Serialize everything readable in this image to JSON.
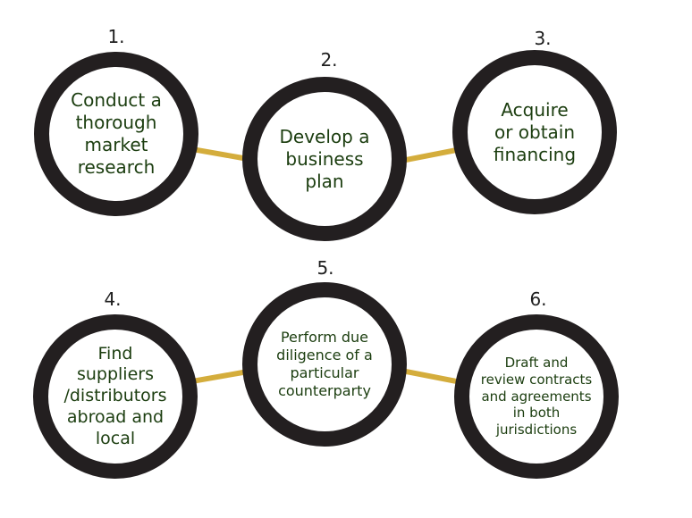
{
  "colors": {
    "ring": "#231f20",
    "connector": "#d4ad3c",
    "text": "#1b3d0f",
    "number": "#1e1e1e"
  },
  "steps": [
    {
      "number": "1.",
      "text": "Conduct a\nthorough\nmarket\nresearch"
    },
    {
      "number": "2.",
      "text": "Develop a\nbusiness\nplan"
    },
    {
      "number": "3.",
      "text": "Acquire\nor obtain\nfinancing"
    },
    {
      "number": "4.",
      "text": "Find\nsuppliers\n/distributors\nabroad and\nlocal"
    },
    {
      "number": "5.",
      "text": "Perform due\ndiligence of a\nparticular\ncounterparty"
    },
    {
      "number": "6.",
      "text": "Draft and\nreview contracts\nand agreements\nin both\njurisdictions"
    }
  ]
}
